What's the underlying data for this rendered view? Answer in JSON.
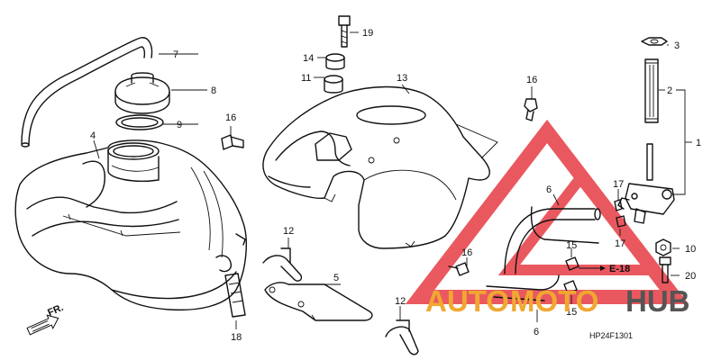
{
  "callouts": {
    "c1": "1",
    "c2": "2",
    "c3": "3",
    "c4": "4",
    "c5": "5",
    "c6a": "6",
    "c6b": "6",
    "c7": "7",
    "c8": "8",
    "c9": "9",
    "c10": "10",
    "c11": "11",
    "c12a": "12",
    "c12b": "12",
    "c13": "13",
    "c14": "14",
    "c15a": "15",
    "c15b": "15",
    "c16a": "16",
    "c16b": "16",
    "c16c": "16",
    "c17a": "17",
    "c17b": "17",
    "c18": "18",
    "c19": "19",
    "c20": "20"
  },
  "ref": {
    "label": "E-18"
  },
  "direction": {
    "label": "FR."
  },
  "diagram_code": "HP24F1301",
  "watermark": {
    "auto": "AUTO",
    "moto": "MOTO",
    "hub": "HUB",
    "accent_color": "#f0a830",
    "dark_color": "#555555",
    "triangle_color": "#e8474e"
  }
}
